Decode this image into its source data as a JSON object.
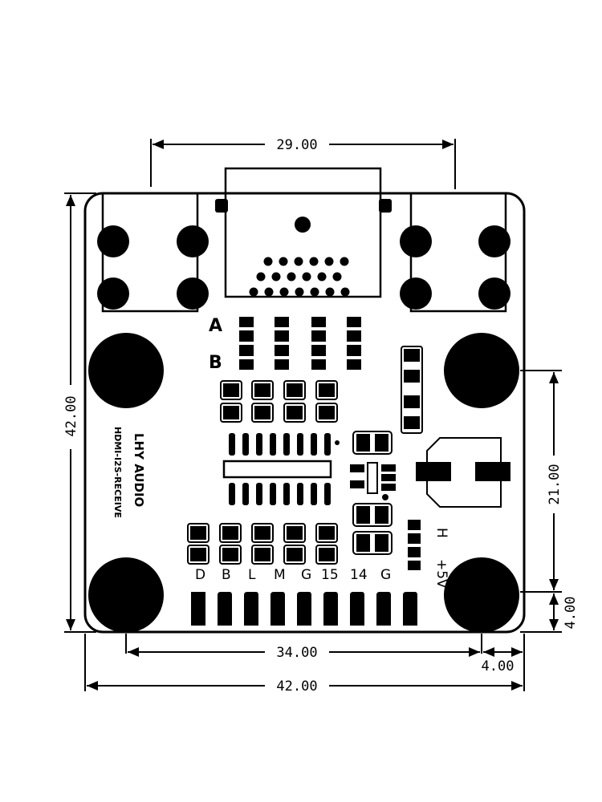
{
  "dimensions": {
    "top_width": "29.00",
    "left_height": "42.00",
    "right_upper": "21.00",
    "right_lower": "4.00",
    "bottom_inner": "34.00",
    "bottom_corner": "4.00",
    "bottom_total": "42.00"
  },
  "board": {
    "brand": "LHY AUDIO",
    "model": "HDMI-I2S-RECEIVE",
    "row_a": "A",
    "row_b": "B",
    "side_label": "H",
    "power_label": "+5V"
  },
  "pins": [
    "D",
    "B",
    "L",
    "M",
    "G",
    "15",
    "14",
    "G"
  ]
}
